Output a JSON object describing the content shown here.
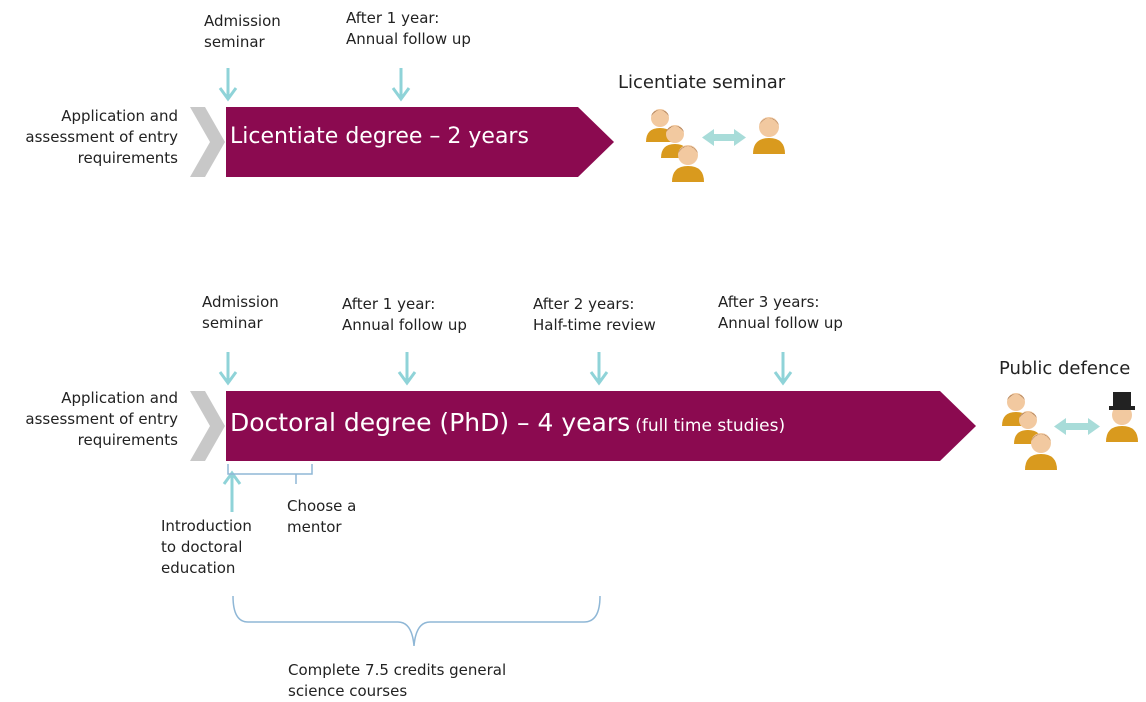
{
  "colors": {
    "bar": "#8b0a50",
    "entry_triangle": "#c8c8c8",
    "arrow": "#8fd3d8",
    "bracket": "#8fb7d6",
    "person_body": "#d99a1e",
    "person_head": "#f2c9a0",
    "hair": "#6a3a1a",
    "hat": "#222222"
  },
  "licentiate": {
    "entry": [
      "Application and",
      "assessment of entry",
      "requirements"
    ],
    "milestones": [
      {
        "lines": [
          "Admission",
          "seminar"
        ]
      },
      {
        "lines": [
          "After 1 year:",
          "Annual follow up"
        ]
      }
    ],
    "bar_title": "Licentiate degree – 2 years",
    "end_label": "Licentiate seminar"
  },
  "doctoral": {
    "entry": [
      "Application and",
      "assessment of entry",
      "requirements"
    ],
    "milestones": [
      {
        "lines": [
          "Admission",
          "seminar"
        ]
      },
      {
        "lines": [
          "After 1 year:",
          "Annual follow up"
        ]
      },
      {
        "lines": [
          "After 2 years:",
          "Half-time review"
        ]
      },
      {
        "lines": [
          "After 3 years:",
          "Annual follow up"
        ]
      }
    ],
    "bar_title": "Doctoral degree (PhD) – 4 years",
    "bar_subtitle": "(full time studies)",
    "end_label": "Public defence",
    "intro": [
      "Introduction",
      "to doctoral",
      "education"
    ],
    "mentor": [
      "Choose a",
      "mentor"
    ],
    "courses": [
      "Complete 7.5 credits general",
      "science courses"
    ]
  }
}
